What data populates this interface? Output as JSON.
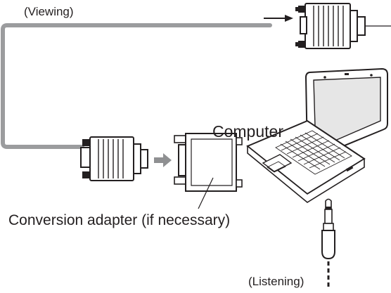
{
  "labels": {
    "viewing": "(Viewing)",
    "computer": "Computer",
    "adapter": "Conversion adapter (if necessary)",
    "listening": "(Listening)"
  },
  "colors": {
    "ink": "#231f20",
    "cable_gray": "#9b9c9e",
    "arrow_gray": "#8f9092",
    "line": "#231f20",
    "fill_light": "#ffffff",
    "screen_gray": "#e6e6e6"
  },
  "icons": {
    "computer": "laptop-icon",
    "audio_plug": "audio-plug-icon",
    "vga_connector": "vga-connector-icon",
    "adapter": "conversion-adapter-icon"
  }
}
